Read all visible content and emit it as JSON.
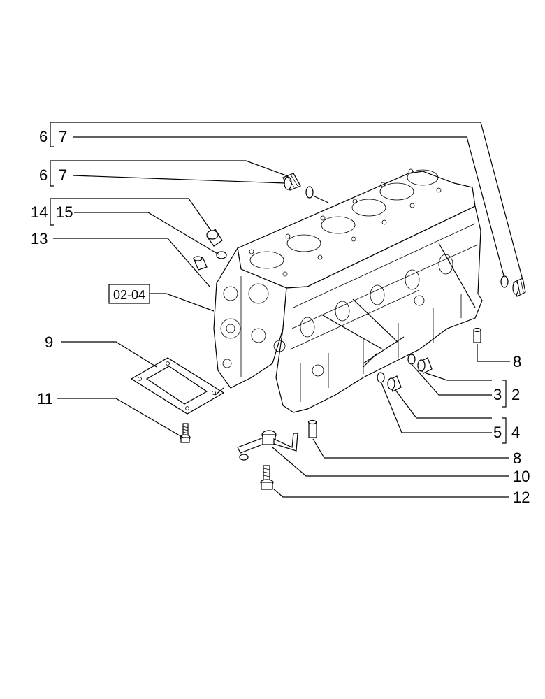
{
  "callouts": {
    "c6a": "6",
    "c7a": "7",
    "c6b": "6",
    "c7b": "7",
    "c14": "14",
    "c15": "15",
    "c13": "13",
    "ref": "02-04",
    "c9": "9",
    "c11": "11",
    "c8a": "8",
    "c3": "3",
    "c2": "2",
    "c5": "5",
    "c4": "4",
    "c8b": "8",
    "c10": "10",
    "c12": "12"
  }
}
